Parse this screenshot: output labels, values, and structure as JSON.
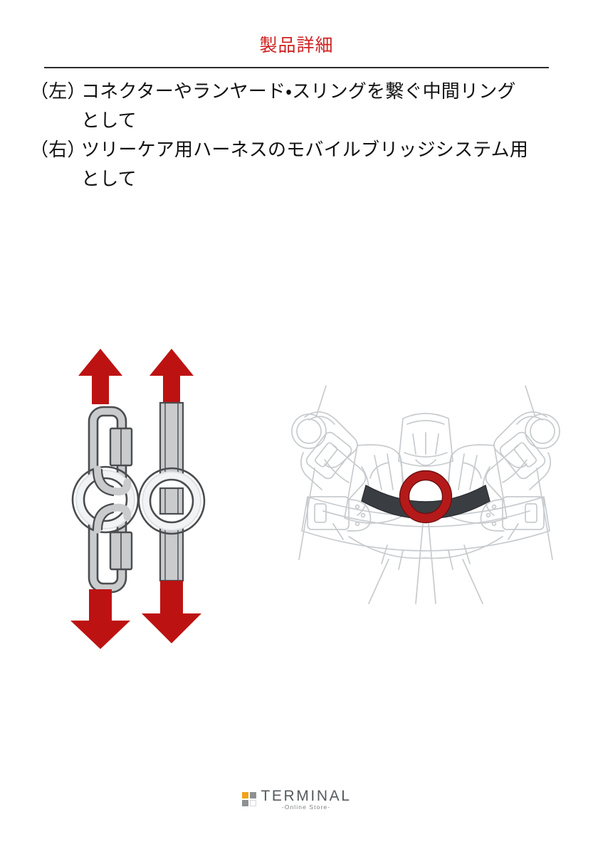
{
  "document": {
    "title": "製品詳細",
    "title_color": "#cf2222",
    "rule_color": "#2c2c2c",
    "background": "#ffffff"
  },
  "body": {
    "lines": [
      {
        "marker": "（左）",
        "text": "コネクターやランヤード・スリングを繋ぐ中間リング",
        "continuation": "として"
      },
      {
        "marker": "（右）",
        "text": "ツリーケア用ハーネスのモバイルブリッジシステム用",
        "continuation": "として"
      }
    ]
  },
  "figures": {
    "left_figure": {
      "name": "ring-loading-diagram",
      "description": "二つの連結図：スクリューリンク連結とウェビング通し",
      "arrow_color": "#bd1212",
      "metal_fill": "#c9cbcd",
      "metal_stroke": "#4a4d50",
      "ring_highlight": "#f2f3f4"
    },
    "right_figure": {
      "name": "harness-mobile-bridge-diagram",
      "description": "ツリーケア用ハーネスのモバイルブリッジに装着したリング",
      "line_color": "#c8cbce",
      "bridge_color": "#3a3e42",
      "ring_color": "#b51a1a"
    }
  },
  "footer": {
    "logo_name": "TERMINAL",
    "logo_sub": "-Online Store-",
    "mark_colors": {
      "top_left": "#f0a319",
      "top_right": "#8e9194",
      "bottom_left": "#8e9194",
      "bottom_right": "#ffffff"
    }
  }
}
